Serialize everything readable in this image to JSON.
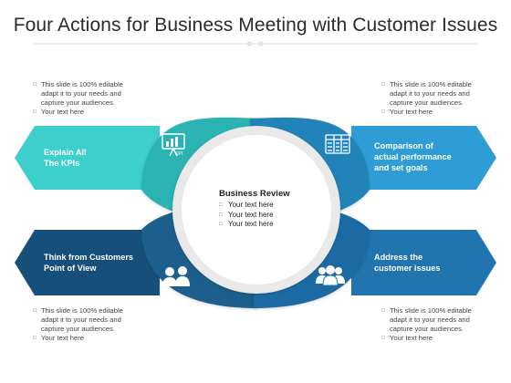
{
  "title": "Four Actions for Business Meeting with Customer Issues",
  "colors": {
    "teal": "#3ccfcb",
    "teal_dark": "#2bb3b2",
    "blue": "#2e9dd6",
    "blue_dark": "#2283b8",
    "navy": "#16507a",
    "navy_dark": "#1b5f8c",
    "steel": "#2174ad",
    "steel_dark": "#1d6aa3"
  },
  "center": {
    "heading": "Business Review",
    "items": [
      "Your text here",
      "Your text here",
      "Your text here"
    ]
  },
  "actions": [
    {
      "label_lines": [
        "Explain All",
        "The KPIs"
      ],
      "icon": "kpi-presentation-icon"
    },
    {
      "label_lines": [
        "Comparison of",
        "actual performance",
        "and set goals"
      ],
      "icon": "comparison-table-icon"
    },
    {
      "label_lines": [
        "Think from Customers",
        "Point of View"
      ],
      "icon": "customers-icon"
    },
    {
      "label_lines": [
        "Address the",
        "customer issues"
      ],
      "icon": "team-icon"
    }
  ],
  "notes": {
    "top_left": [
      "This slide is 100% editable adapt it to your needs and capture your audiences.",
      "Your text here"
    ],
    "top_right": [
      "This slide is 100% editable adapt it to your needs and capture your audiences.",
      "Your text here"
    ],
    "bottom_left": [
      "This slide is 100% editable adapt it to your needs and capture your audiences.",
      "Your text here"
    ],
    "bottom_right": [
      "This slide is 100% editable adapt it to your needs and capture your audiences.",
      "Your text here"
    ]
  },
  "icons": {
    "bullet": "square-bullet-icon",
    "kpi_text": "KPI"
  }
}
